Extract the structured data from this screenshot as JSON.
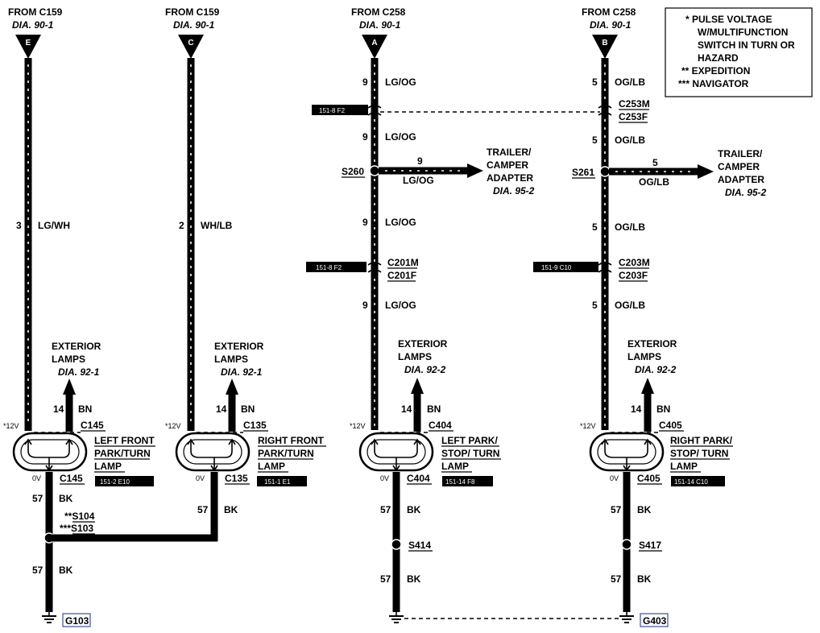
{
  "legend": {
    "lines": [
      "* PULSE VOLTAGE",
      "W/MULTIFUNCTION",
      "SWITCH IN TURN OR",
      "HAZARD",
      "** EXPEDITION",
      "*** NAVIGATOR"
    ]
  },
  "colors": {
    "ink": "#000000",
    "paper": "#ffffff"
  },
  "circuits": {
    "E": {
      "from": "FROM C159",
      "dia": "DIA. 90-1",
      "pin": "E",
      "wire_num": "3",
      "wire_color": "LG/WH",
      "ext_title1": "EXTERIOR",
      "ext_title2": "LAMPS",
      "ext_dia": "DIA. 92-1",
      "out_num": "14",
      "out_color": "BN",
      "v12": "*12V",
      "conn": "C145",
      "lamp1": "LEFT FRONT",
      "lamp2": "PARK/TURN",
      "lamp3": "LAMP",
      "ref": "151-2 E10",
      "v0": "0V",
      "conn2": "C145",
      "gnd_num": "57",
      "gnd_color": "BK",
      "splice_a": "**S104",
      "splice_b": "***S103",
      "gnd_num2": "57",
      "gnd_color2": "BK",
      "ground": "G103"
    },
    "C": {
      "from": "FROM C159",
      "dia": "DIA. 90-1",
      "pin": "C",
      "wire_num": "2",
      "wire_color": "WH/LB",
      "ext_title1": "EXTERIOR",
      "ext_title2": "LAMPS",
      "ext_dia": "DIA. 92-1",
      "out_num": "14",
      "out_color": "BN",
      "v12": "*12V",
      "conn": "C135",
      "lamp1": "RIGHT FRONT",
      "lamp2": "PARK/TURN",
      "lamp3": "LAMP",
      "ref": "151-1 E1",
      "v0": "0V",
      "conn2": "C135",
      "gnd_num": "57",
      "gnd_color": "BK"
    },
    "A": {
      "from": "FROM C258",
      "dia": "DIA. 90-1",
      "pin": "A",
      "seg1_num": "9",
      "seg1_color": "LG/OG",
      "ref_top": "151-8 F2",
      "seg2_num": "9",
      "seg2_color": "LG/OG",
      "splice": "S260",
      "branch_num": "9",
      "branch_color": "LG/OG",
      "trailer1": "TRAILER/",
      "trailer2": "CAMPER",
      "trailer3": "ADAPTER",
      "trailer_dia": "DIA. 95-2",
      "seg3_num": "9",
      "seg3_color": "LG/OG",
      "ref_mid": "151-8 F2",
      "conn_m": "C201M",
      "conn_f": "C201F",
      "seg4_num": "9",
      "seg4_color": "LG/OG",
      "ext_title1": "EXTERIOR",
      "ext_title2": "LAMPS",
      "ext_dia": "DIA. 92-2",
      "out_num": "14",
      "out_color": "BN",
      "v12": "*12V",
      "conn": "C404",
      "lamp1": "LEFT PARK/",
      "lamp2": "STOP/ TURN",
      "lamp3": "LAMP",
      "ref": "151-14 F8",
      "v0": "0V",
      "conn2": "C404",
      "gnd_num": "57",
      "gnd_color": "BK",
      "gsplice": "S414",
      "gnd_num2": "57",
      "gnd_color2": "BK"
    },
    "B": {
      "from": "FROM C258",
      "dia": "DIA. 90-1",
      "pin": "B",
      "seg1_num": "5",
      "seg1_color": "OG/LB",
      "conn_top_m": "C253M",
      "conn_top_f": "C253F",
      "seg2_num": "5",
      "seg2_color": "OG/LB",
      "splice": "S261",
      "branch_num": "5",
      "branch_color": "OG/LB",
      "trailer1": "TRAILER/",
      "trailer2": "CAMPER",
      "trailer3": "ADAPTER",
      "trailer_dia": "DIA. 95-2",
      "seg3_num": "5",
      "seg3_color": "OG/LB",
      "ref_mid": "151-9 C10",
      "conn_m": "C203M",
      "conn_f": "C203F",
      "seg4_num": "5",
      "seg4_color": "OG/LB",
      "ext_title1": "EXTERIOR",
      "ext_title2": "LAMPS",
      "ext_dia": "DIA. 92-2",
      "out_num": "14",
      "out_color": "BN",
      "v12": "*12V",
      "conn": "C405",
      "lamp1": "RIGHT PARK/",
      "lamp2": "STOP/ TURN",
      "lamp3": "LAMP",
      "ref": "151-14 C10",
      "v0": "0V",
      "conn2": "C405",
      "gnd_num": "57",
      "gnd_color": "BK",
      "gsplice": "S417",
      "gnd_num2": "57",
      "gnd_color2": "BK",
      "ground": "G403"
    }
  }
}
